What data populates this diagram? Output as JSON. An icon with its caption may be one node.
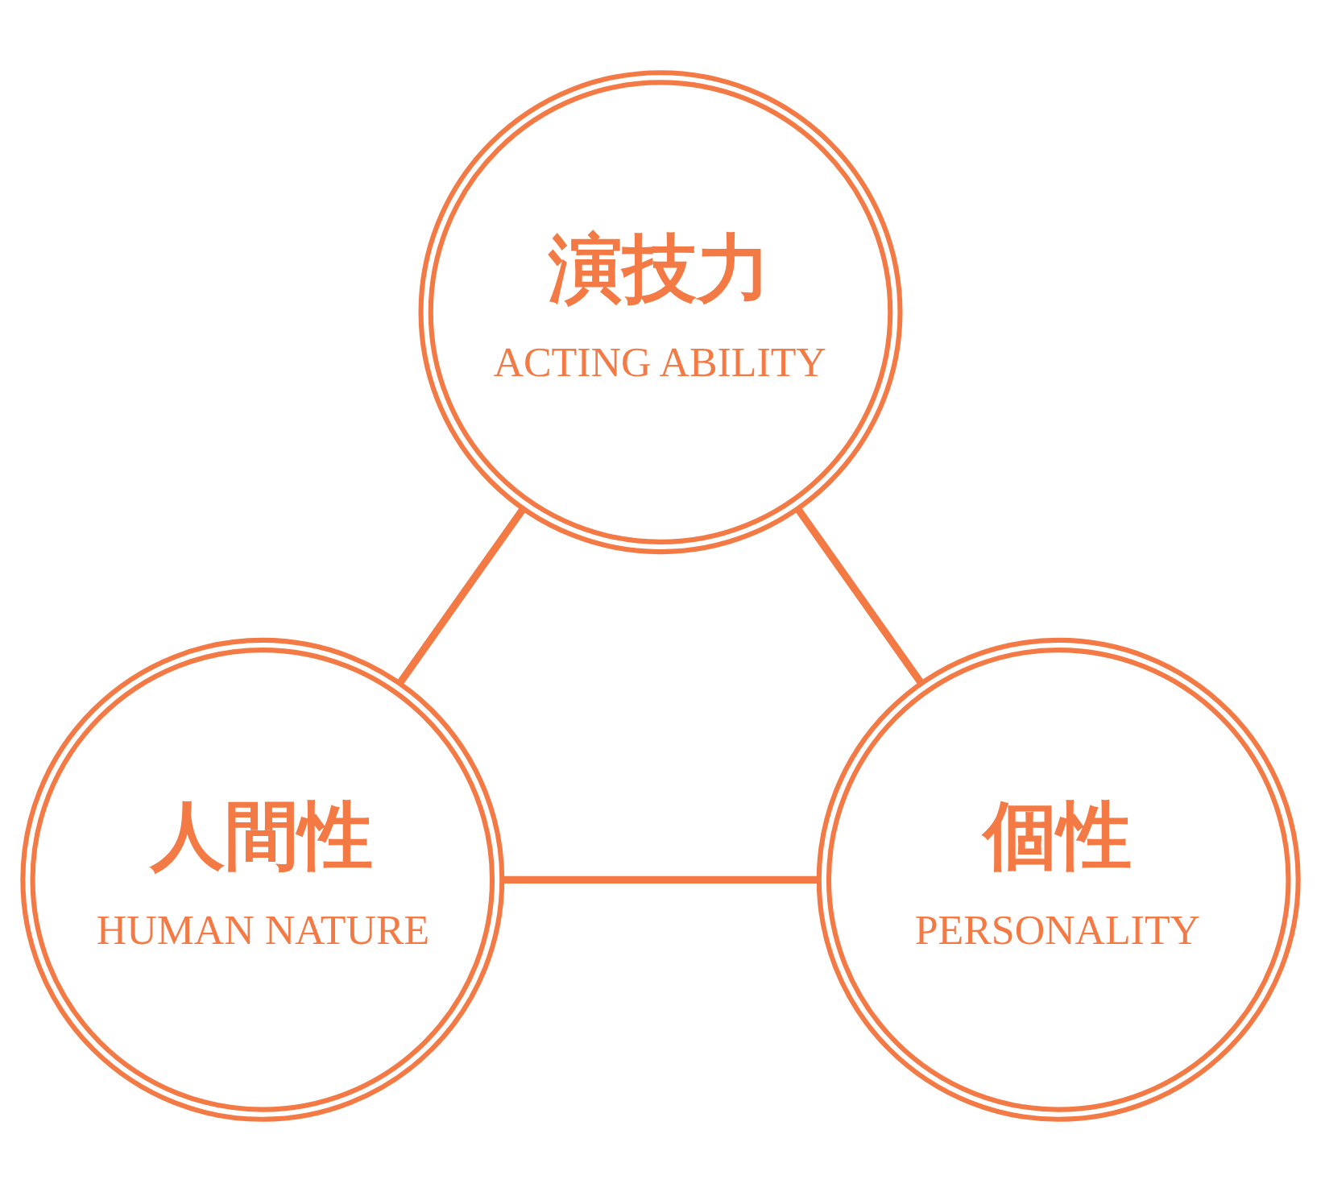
{
  "diagram": {
    "nodes": [
      {
        "text": [
          "演技力",
          "ACTING ABILITY"
        ]
      },
      {
        "text": [
          "人間性",
          "HUMAN NATURE"
        ]
      },
      {
        "text": [
          "個性",
          "PERSONALITY"
        ]
      }
    ],
    "edges": [
      {
        "from": 0,
        "to": 1,
        "arrow": "none"
      },
      {
        "from": 0,
        "to": 2,
        "arrow": "none"
      },
      {
        "from": 1,
        "to": 2,
        "arrow": "none"
      }
    ]
  }
}
